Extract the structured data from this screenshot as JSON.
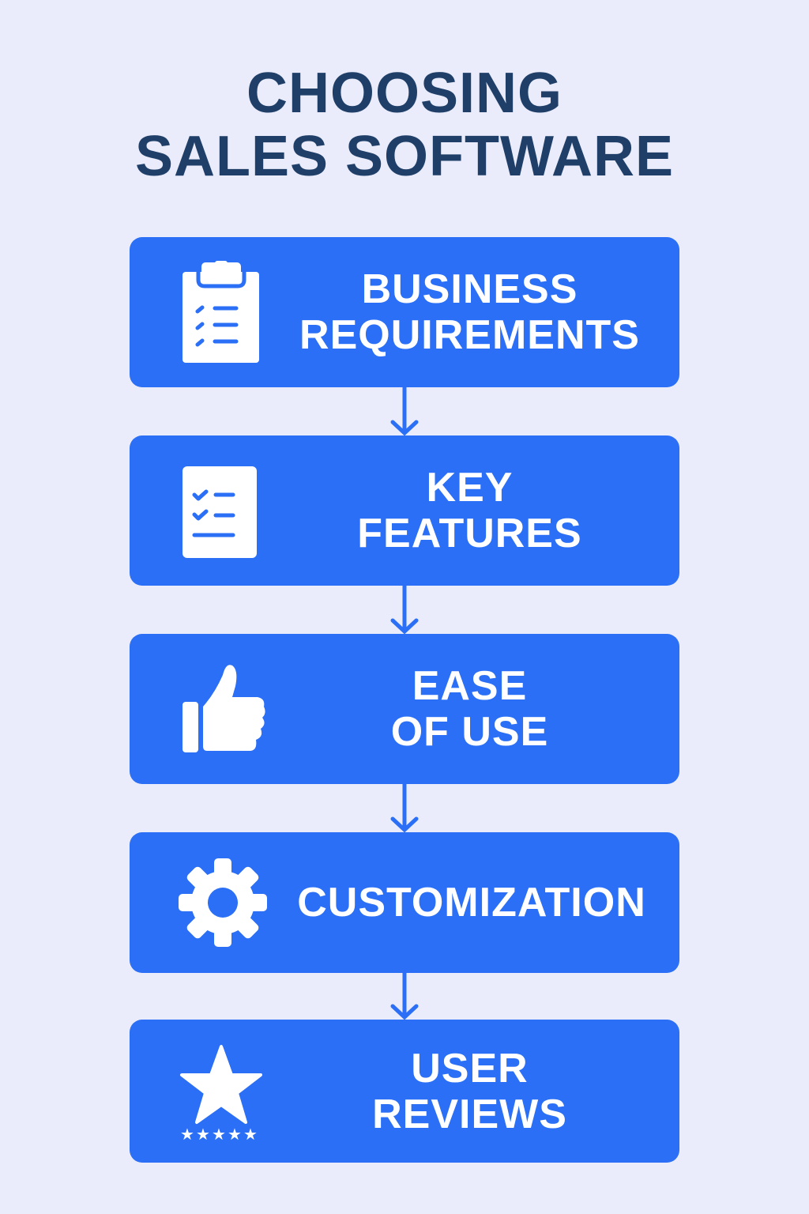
{
  "title": {
    "line1": "CHOOSING",
    "line2": "SALES SOFTWARE"
  },
  "colors": {
    "background": "#eaecfb",
    "box": "#2a6ff5",
    "title": "#1f3f68",
    "icon": "#ffffff"
  },
  "steps": [
    {
      "icon": "clipboard-checklist-icon",
      "line1": "BUSINESS",
      "line2": "REQUIREMENTS"
    },
    {
      "icon": "checklist-icon",
      "line1": "KEY",
      "line2": "FEATURES"
    },
    {
      "icon": "thumbs-up-icon",
      "line1": "EASE",
      "line2": "OF USE"
    },
    {
      "icon": "gear-icon",
      "line1": "CUSTOMIZATION"
    },
    {
      "icon": "star-rating-icon",
      "line1": "USER",
      "line2": "REVIEWS"
    }
  ]
}
